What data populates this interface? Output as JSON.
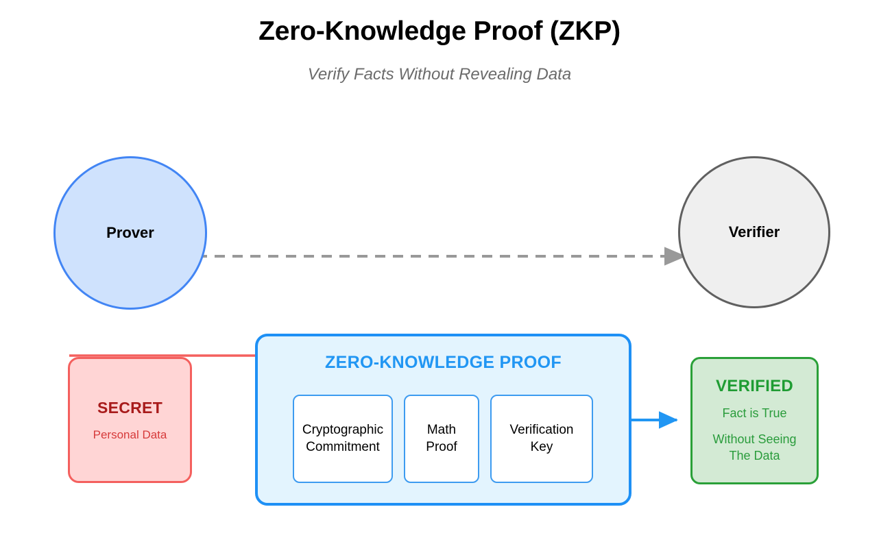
{
  "header": {
    "title": "Zero-Knowledge Proof (ZKP)",
    "subtitle": "Verify Facts Without Revealing Data"
  },
  "actors": {
    "prover": {
      "label": "Prover",
      "fill": "#cfe2fd",
      "stroke": "#4285f4"
    },
    "verifier": {
      "label": "Verifier",
      "fill": "#efefef",
      "stroke": "#606060"
    }
  },
  "connectors": {
    "prover_to_verifier": {
      "name": "dashed-proof-channel",
      "style": "dashed",
      "color": "#999999"
    },
    "secret_to_zkp": {
      "name": "secret-input-arrow",
      "style": "solid",
      "color": "#f4605e"
    },
    "zkp_to_verified": {
      "name": "proof-output-arrow",
      "style": "solid",
      "color": "#2196f3"
    }
  },
  "secret": {
    "title": "SECRET",
    "subtitle": "Personal Data",
    "fill": "#ffd5d5",
    "stroke": "#f4605e",
    "title_color": "#a81b1b",
    "subtitle_color": "#d63a3a"
  },
  "zkp": {
    "title": "ZERO-KNOWLEDGE PROOF",
    "fill": "#e3f4fe",
    "stroke": "#1e90f5",
    "title_color": "#2196f3",
    "cards": [
      {
        "line1": "Cryptographic",
        "line2": "Commitment"
      },
      {
        "line1": "Math",
        "line2": "Proof"
      },
      {
        "line1": "Verification",
        "line2": "Key"
      }
    ]
  },
  "verified": {
    "title": "VERIFIED",
    "line1": "Fact is True",
    "line2": "Without Seeing",
    "line3": "The Data",
    "fill": "#d3ead4",
    "stroke": "#2aa038",
    "text_color": "#2a9c3c"
  }
}
